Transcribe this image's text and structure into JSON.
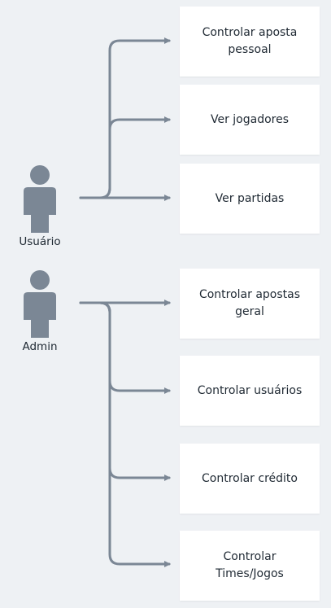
{
  "actors": [
    {
      "id": "usuario",
      "label": "Usuário"
    },
    {
      "id": "admin",
      "label": "Admin"
    }
  ],
  "use_cases": [
    {
      "id": "uc1",
      "actor": "usuario",
      "label": "Controlar aposta\npessoal"
    },
    {
      "id": "uc2",
      "actor": "usuario",
      "label": "Ver jogadores"
    },
    {
      "id": "uc3",
      "actor": "usuario",
      "label": "Ver partidas"
    },
    {
      "id": "uc4",
      "actor": "admin",
      "label": "Controlar apostas\ngeral"
    },
    {
      "id": "uc5",
      "actor": "admin",
      "label": "Controlar usuários"
    },
    {
      "id": "uc6",
      "actor": "admin",
      "label": "Controlar crédito"
    },
    {
      "id": "uc7",
      "actor": "admin",
      "label": "Controlar\nTimes/Jogos"
    }
  ],
  "colors": {
    "background": "#eef1f4",
    "card": "#ffffff",
    "connector": "#7b8795",
    "actor": "#7b8795",
    "text": "#1f2933"
  }
}
